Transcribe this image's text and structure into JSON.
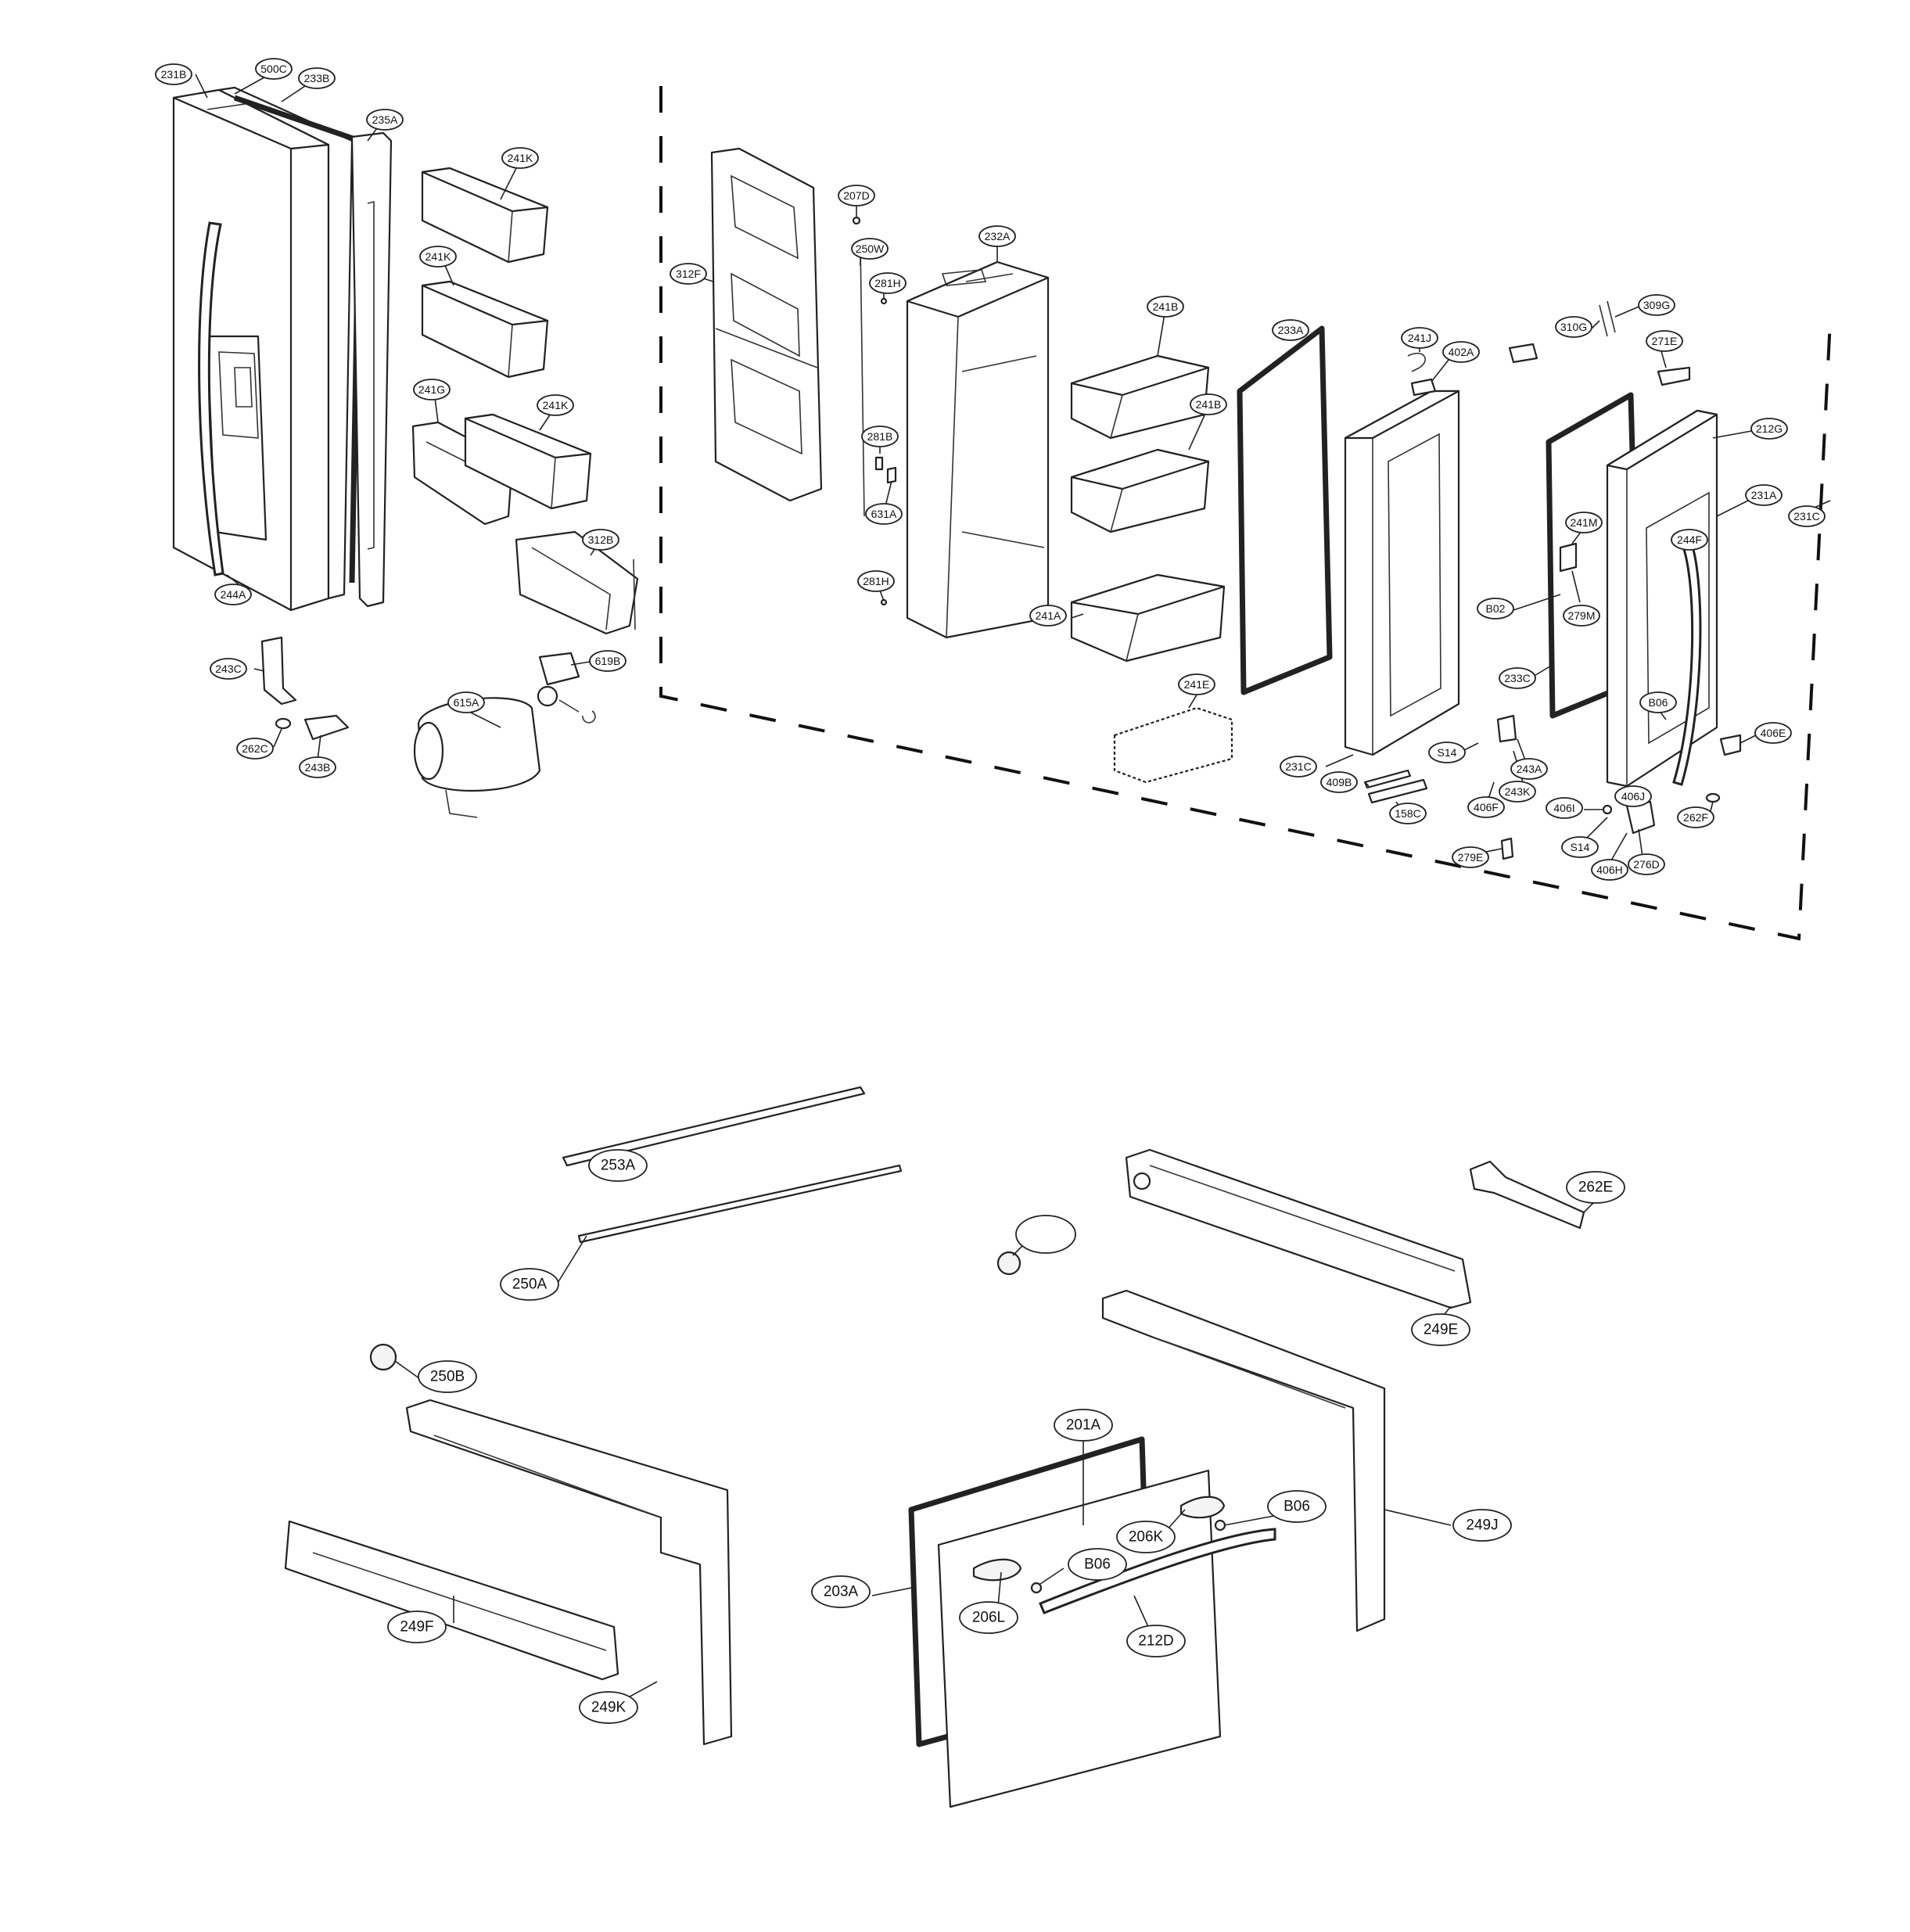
{
  "callouts": [
    {
      "id": "231B",
      "label": "231B"
    },
    {
      "id": "500C",
      "label": "500C"
    },
    {
      "id": "233B",
      "label": "233B"
    },
    {
      "id": "235A",
      "label": "235A"
    },
    {
      "id": "241K-1",
      "label": "241K"
    },
    {
      "id": "241K-2",
      "label": "241K"
    },
    {
      "id": "241G",
      "label": "241G"
    },
    {
      "id": "241K-3",
      "label": "241K"
    },
    {
      "id": "312B",
      "label": "312B"
    },
    {
      "id": "244A",
      "label": "244A"
    },
    {
      "id": "243C",
      "label": "243C"
    },
    {
      "id": "262C",
      "label": "262C"
    },
    {
      "id": "243B",
      "label": "243B"
    },
    {
      "id": "615A",
      "label": "615A"
    },
    {
      "id": "619B",
      "label": "619B"
    },
    {
      "id": "312F",
      "label": "312F"
    },
    {
      "id": "207D",
      "label": "207D"
    },
    {
      "id": "250W",
      "label": "250W"
    },
    {
      "id": "281H-1",
      "label": "281H"
    },
    {
      "id": "281B",
      "label": "281B"
    },
    {
      "id": "631A",
      "label": "631A"
    },
    {
      "id": "281H-2",
      "label": "281H"
    },
    {
      "id": "232A",
      "label": "232A"
    },
    {
      "id": "241B-1",
      "label": "241B"
    },
    {
      "id": "241B-2",
      "label": "241B"
    },
    {
      "id": "241A",
      "label": "241A"
    },
    {
      "id": "241E",
      "label": "241E"
    },
    {
      "id": "233A",
      "label": "233A"
    },
    {
      "id": "241J",
      "label": "241J"
    },
    {
      "id": "402A",
      "label": "402A"
    },
    {
      "id": "231C-1",
      "label": "231C"
    },
    {
      "id": "409B",
      "label": "409B"
    },
    {
      "id": "158C",
      "label": "158C"
    },
    {
      "id": "S14-1",
      "label": "S14"
    },
    {
      "id": "406F",
      "label": "406F"
    },
    {
      "id": "243K",
      "label": "243K"
    },
    {
      "id": "243A",
      "label": "243A"
    },
    {
      "id": "279E",
      "label": "279E"
    },
    {
      "id": "310G",
      "label": "310G"
    },
    {
      "id": "309G",
      "label": "309G"
    },
    {
      "id": "271E",
      "label": "271E"
    },
    {
      "id": "212G",
      "label": "212G"
    },
    {
      "id": "231A",
      "label": "231A"
    },
    {
      "id": "231C-2",
      "label": "231C"
    },
    {
      "id": "241M",
      "label": "241M"
    },
    {
      "id": "244F",
      "label": "244F"
    },
    {
      "id": "B02",
      "label": "B02"
    },
    {
      "id": "279M",
      "label": "279M"
    },
    {
      "id": "233C",
      "label": "233C"
    },
    {
      "id": "B06-1",
      "label": "B06"
    },
    {
      "id": "406E",
      "label": "406E"
    },
    {
      "id": "406I",
      "label": "406I"
    },
    {
      "id": "406J",
      "label": "406J"
    },
    {
      "id": "S14-2",
      "label": "S14"
    },
    {
      "id": "406H",
      "label": "406H"
    },
    {
      "id": "276D",
      "label": "276D"
    },
    {
      "id": "262F",
      "label": "262F"
    },
    {
      "id": "253A",
      "label": "253A"
    },
    {
      "id": "250A",
      "label": "250A"
    },
    {
      "id": "250B",
      "label": "250B"
    },
    {
      "id": "blank",
      "label": ""
    },
    {
      "id": "249E",
      "label": "249E"
    },
    {
      "id": "262E",
      "label": "262E"
    },
    {
      "id": "201A",
      "label": "201A"
    },
    {
      "id": "B06-2",
      "label": "B06"
    },
    {
      "id": "206K",
      "label": "206K"
    },
    {
      "id": "B06-3",
      "label": "B06"
    },
    {
      "id": "203A",
      "label": "203A"
    },
    {
      "id": "206L",
      "label": "206L"
    },
    {
      "id": "212D",
      "label": "212D"
    },
    {
      "id": "249J",
      "label": "249J"
    },
    {
      "id": "249F",
      "label": "249F"
    },
    {
      "id": "249K",
      "label": "249K"
    }
  ]
}
